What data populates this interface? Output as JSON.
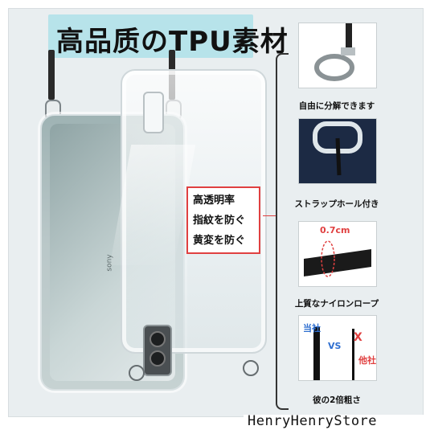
{
  "title": "高品质のTPU素材",
  "features": [
    "高透明率",
    "指紋を防ぐ",
    "黄変を防ぐ"
  ],
  "panels": [
    {
      "label": "自由に分解できます"
    },
    {
      "label": "ストラップホール付き"
    },
    {
      "label": "上質なナイロンロープ",
      "annotation": "0.7cm"
    },
    {
      "label": "彼の2倍粗さ",
      "compare_left": "当社",
      "compare_mid": "VS",
      "compare_right": "他社",
      "mark": "X"
    }
  ],
  "watermark": "HenryHenryStore",
  "colors": {
    "title_bg": "#b7e3ea",
    "accent_red": "#e04040",
    "compare_blue": "#2f6fd0"
  }
}
